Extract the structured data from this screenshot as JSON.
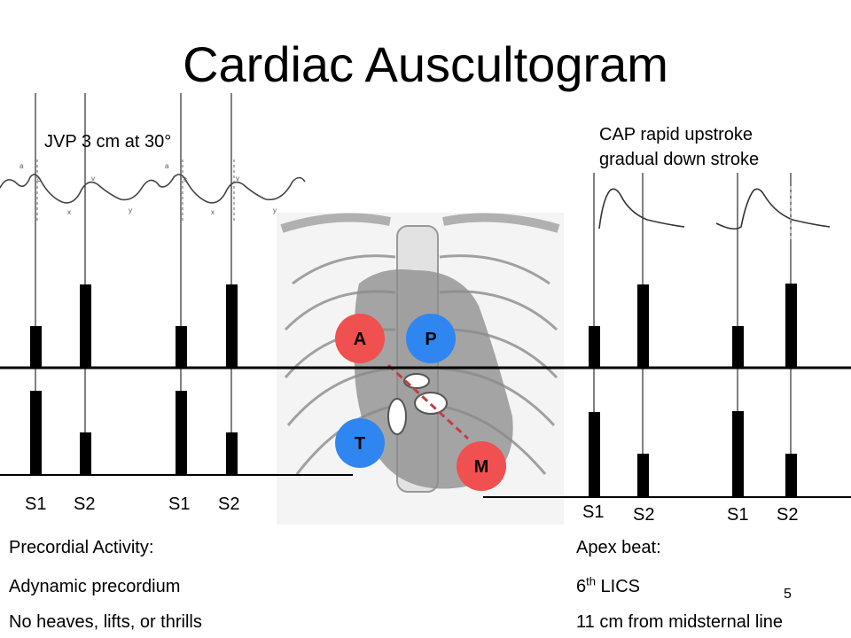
{
  "title": "Cardiac Auscultogram",
  "jvp_label": "JVP 3 cm at 30°",
  "cap_label": [
    "CAP rapid upstroke",
    "gradual down stroke"
  ],
  "jvp_wave_labels": [
    "a",
    "c",
    "v",
    "x",
    "y",
    "a",
    "c",
    "v",
    "x",
    "y"
  ],
  "valves": {
    "A": {
      "label": "A",
      "color": "#f05050"
    },
    "P": {
      "label": "P",
      "color": "#2f86f0"
    },
    "T": {
      "label": "T",
      "color": "#2f86f0"
    },
    "M": {
      "label": "M",
      "color": "#f05050"
    }
  },
  "left_sounds": [
    "S1",
    "S2",
    "S1",
    "S2"
  ],
  "right_sounds": [
    "S1",
    "S2",
    "S1",
    "S2"
  ],
  "precordial": {
    "heading": "Precordial Activity:",
    "line1": "Adynamic precordium",
    "line2": "No heaves, lifts, or thrills"
  },
  "apex": {
    "heading": "Apex beat:",
    "line1_num": "6",
    "line1_sup": "th",
    "line1_rest": " LICS",
    "line2": "11 cm from midsternal line"
  },
  "slide_number": "5"
}
